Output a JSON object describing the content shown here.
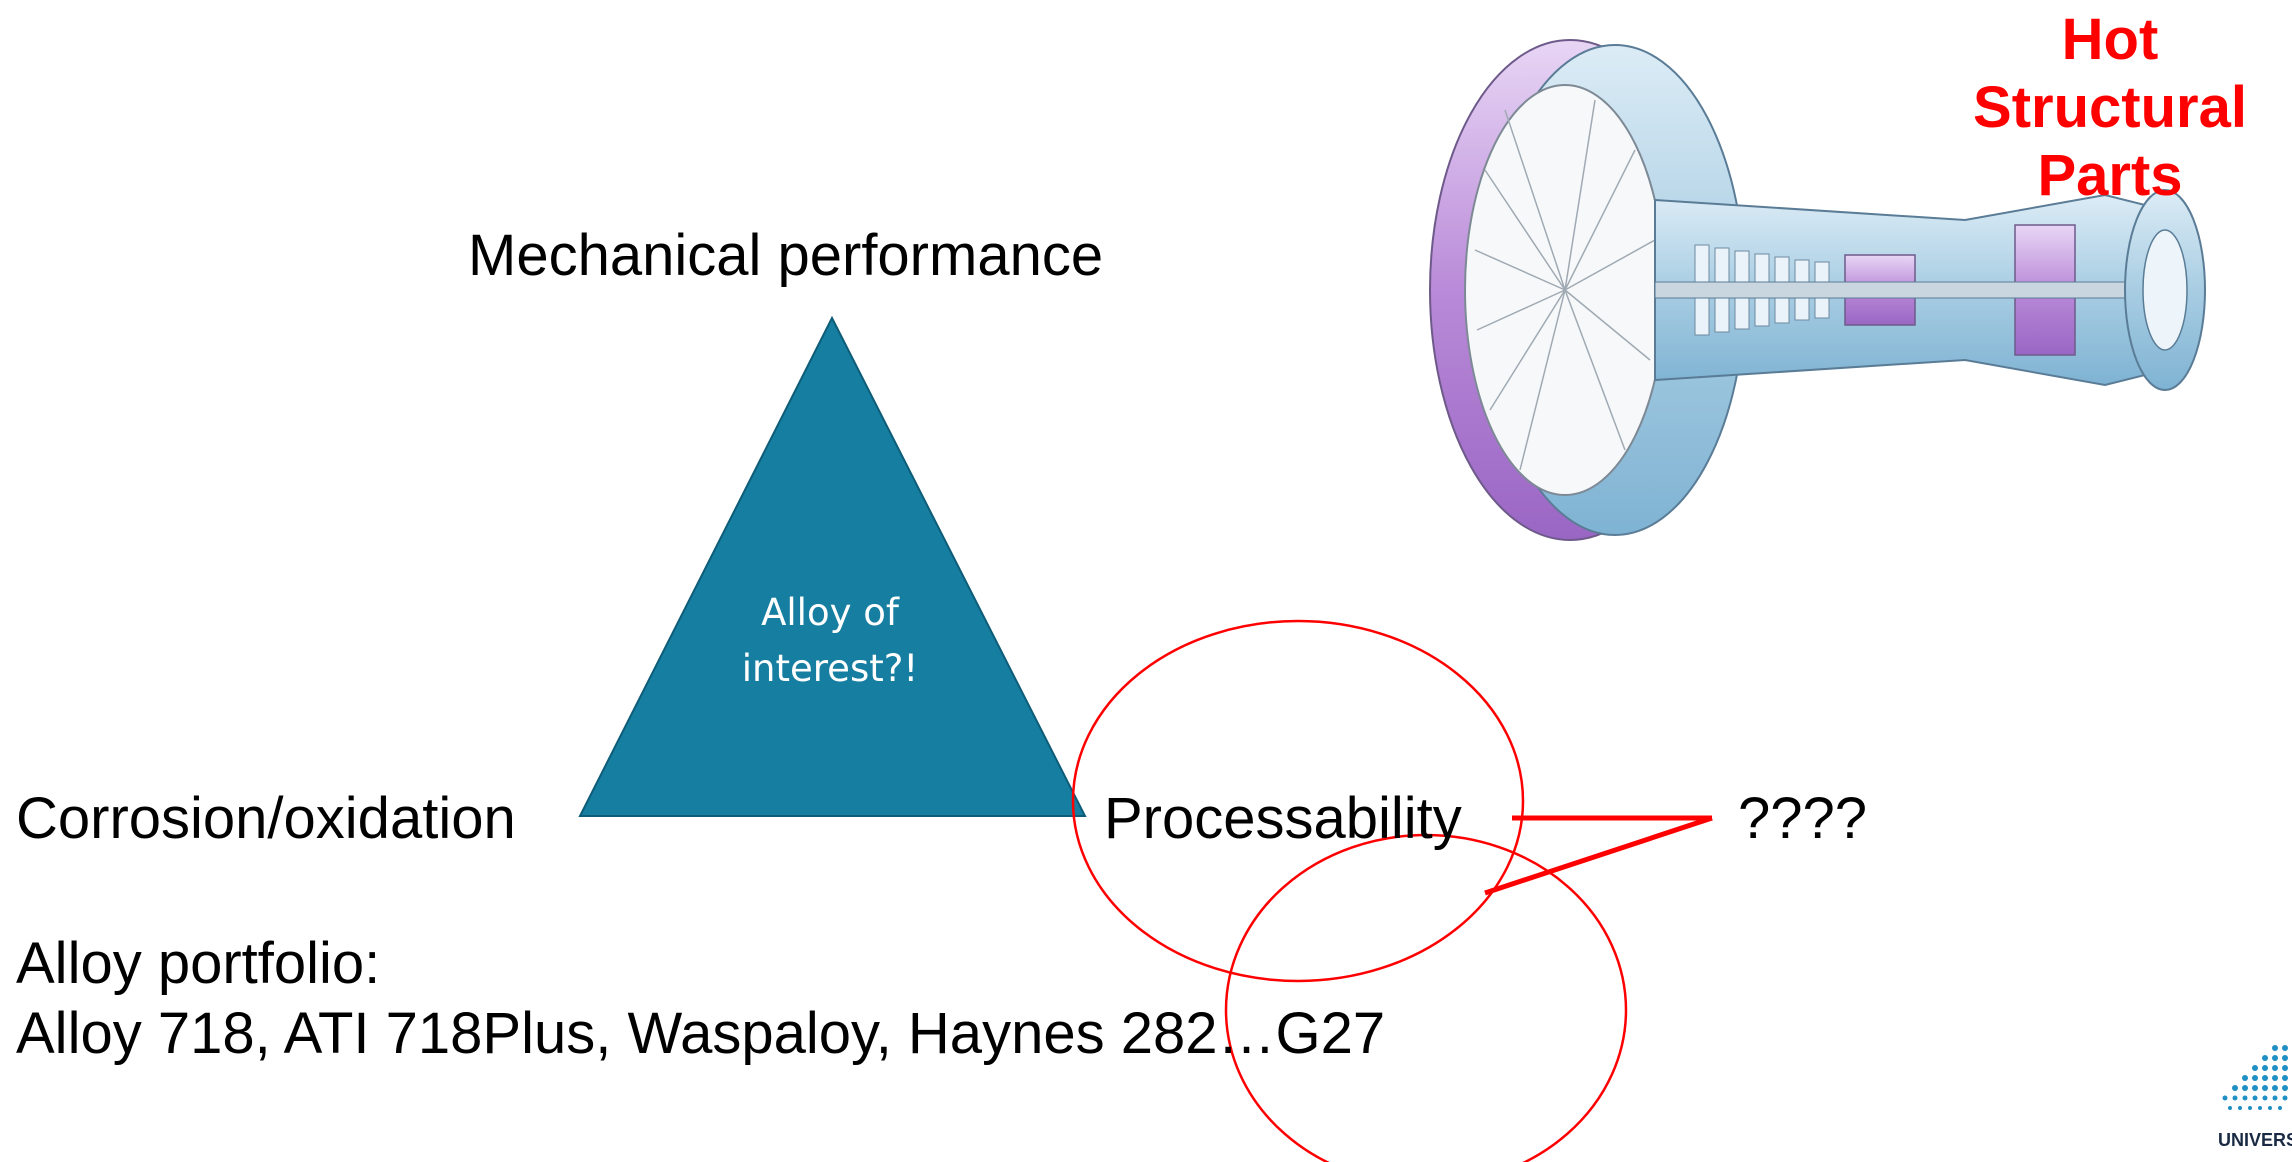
{
  "diagram": {
    "top_label": "Mechanical performance",
    "left_label": "Corrosion/oxidation",
    "right_label": "Processability",
    "triangle_text": [
      "Alloy of",
      "interest?!"
    ],
    "question": "????",
    "portfolio_heading": "Alloy portfolio:",
    "portfolio_list": "Alloy 718, ATI 718Plus, Waspaloy, Haynes 282…G27",
    "callout_lines": [
      "Hot",
      "Structural",
      "Parts"
    ],
    "logo_text": "UNIVERSITY"
  },
  "colors": {
    "triangle_fill": "#167ea0",
    "triangle_stroke": "#0e5d78",
    "highlight": "#ff0000",
    "engine_blue": "#a8cde3",
    "engine_purple": "#b98ad8"
  },
  "icons": {
    "engine": "turbine-engine-cutaway",
    "logo": "university-logo"
  }
}
